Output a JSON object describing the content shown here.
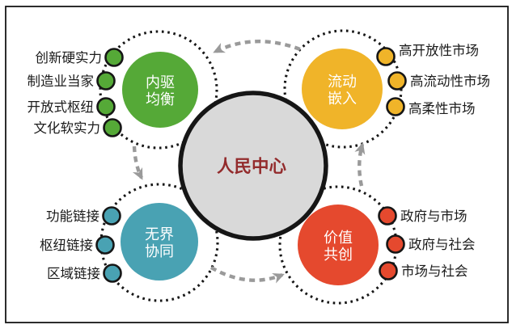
{
  "figure": {
    "center_label": "人民中心"
  },
  "colors": {
    "green": "#55a937",
    "yellow": "#f0b429",
    "blue": "#49a2b3",
    "red": "#e5492e",
    "center_fill": "#d9d9d9",
    "center_text": "#932b2c",
    "arrow": "#9a9a9a"
  },
  "quadrants": {
    "top_left": {
      "line1": "内驱",
      "line2": "均衡",
      "labels": [
        "创新硬实力",
        "制造业当家",
        "开放式枢纽",
        "文化软实力"
      ]
    },
    "top_right": {
      "line1": "流动",
      "line2": "嵌入",
      "labels": [
        "高开放性市场",
        "高流动性市场",
        "高柔性市场"
      ]
    },
    "bottom_left": {
      "line1": "无界",
      "line2": "协同",
      "labels": [
        "功能链接",
        "枢纽链接",
        "区域链接"
      ]
    },
    "bottom_right": {
      "line1": "价值",
      "line2": "共创",
      "labels": [
        "政府与市场",
        "政府与社会",
        "市场与社会"
      ]
    }
  }
}
